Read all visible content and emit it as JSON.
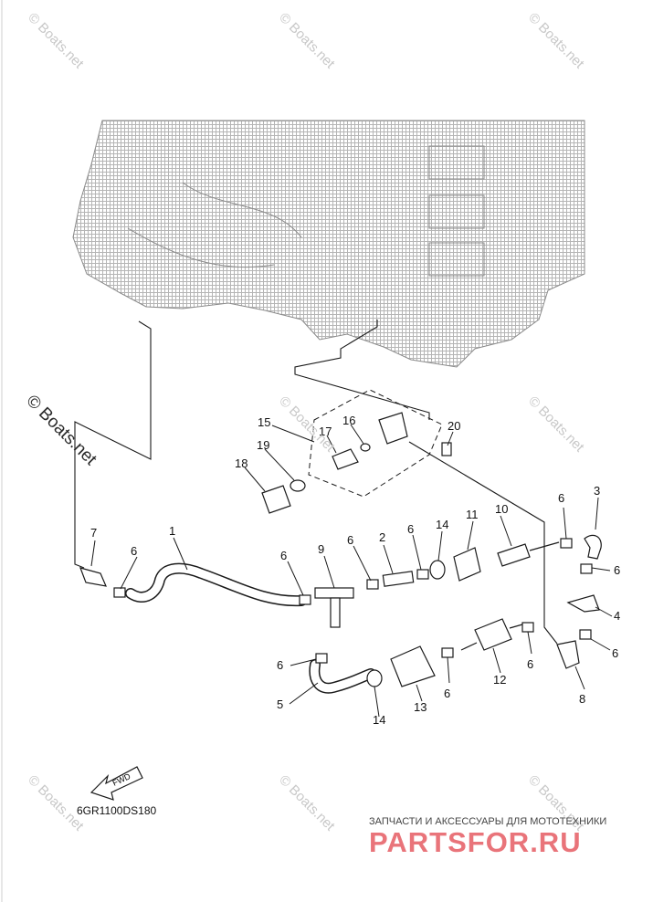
{
  "watermark": {
    "text": "© Boats.net"
  },
  "diagram": {
    "part_numbers": [
      "1",
      "2",
      "3",
      "4",
      "5",
      "6",
      "7",
      "8",
      "9",
      "10",
      "11",
      "12",
      "13",
      "14",
      "15",
      "16",
      "17",
      "18",
      "19",
      "20"
    ],
    "callouts": [
      {
        "label": "1"
      },
      {
        "label": "2"
      },
      {
        "label": "3"
      },
      {
        "label": "4"
      },
      {
        "label": "5"
      },
      {
        "label": "6"
      },
      {
        "label": "6"
      },
      {
        "label": "6"
      },
      {
        "label": "6"
      },
      {
        "label": "6"
      },
      {
        "label": "6"
      },
      {
        "label": "6"
      },
      {
        "label": "6"
      },
      {
        "label": "6"
      },
      {
        "label": "6"
      },
      {
        "label": "7"
      },
      {
        "label": "8"
      },
      {
        "label": "9"
      },
      {
        "label": "10"
      },
      {
        "label": "11"
      },
      {
        "label": "12"
      },
      {
        "label": "13"
      },
      {
        "label": "14"
      },
      {
        "label": "14"
      },
      {
        "label": "15"
      },
      {
        "label": "16"
      },
      {
        "label": "17"
      },
      {
        "label": "18"
      },
      {
        "label": "19"
      },
      {
        "label": "20"
      }
    ],
    "drawing_code": "6GR1100DS180",
    "direction_arrow_label": "FWD"
  },
  "footer": {
    "banner_text": "ЗАПЧАСТИ И АКСЕССУАРЫ ДЛЯ МОТОТЕХНИКИ",
    "brand_text": "PARTSFOR.RU"
  },
  "colors": {
    "line": "#1a1a1a",
    "engine_hatch": "#9a9a9a",
    "watermark": "#c8c8c8",
    "brand": "#e9747a"
  }
}
